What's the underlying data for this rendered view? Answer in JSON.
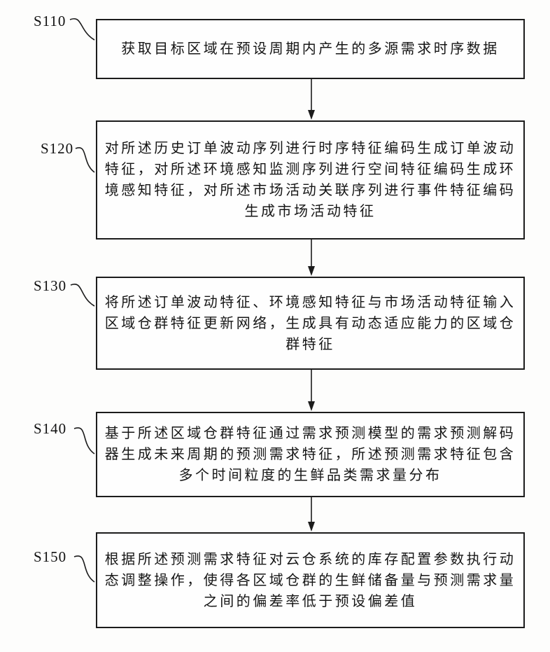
{
  "figure": {
    "type": "flowchart",
    "orientation": "vertical",
    "colors": {
      "line": "#1c1c1c",
      "background": "#fdfdfc",
      "box_fill": "#fefefe",
      "text": "#161616"
    },
    "steps": [
      {
        "id": "S110",
        "text": "获取目标区域在预设周期内产生的多源需求时序数据",
        "lines": [
          "获取目标区域在预设周期内产生的多源需求时序数据"
        ]
      },
      {
        "id": "S120",
        "text": "对所述历史订单波动序列进行时序特征编码生成订单波动特征，对所述环境感知监测序列进行空间特征编码生成环境感知特征，对所述市场活动关联序列进行事件特征编码生成市场活动特征",
        "lines": [
          "对所述历史订单波动序列进行时序特征编码生成订单波动",
          "特征，对所述环境感知监测序列进行空间特征编码生成环",
          "境感知特征，对所述市场活动关联序列进行事件特征编码",
          "生成市场活动特征"
        ]
      },
      {
        "id": "S130",
        "text": "将所述订单波动特征、环境感知特征与市场活动特征输入区域仓群特征更新网络，生成具有动态适应能力的区域仓群特征",
        "lines": [
          "将所述订单波动特征、环境感知特征与市场活动特征输入",
          "区域仓群特征更新网络，生成具有动态适应能力的区域仓",
          "群特征"
        ]
      },
      {
        "id": "S140",
        "text": "基于所述区域仓群特征通过需求预测模型的需求预测解码器生成未来周期的预测需求特征，所述预测需求特征包含多个时间粒度的生鲜品类需求量分布",
        "lines": [
          "基于所述区域仓群特征通过需求预测模型的需求预测解码",
          "器生成未来周期的预测需求特征，所述预测需求特征包含",
          "多个时间粒度的生鲜品类需求量分布"
        ]
      },
      {
        "id": "S150",
        "text": "根据所述预测需求特征对云仓系统的库存配置参数执行动态调整操作，使得各区域仓群的生鲜储备量与预测需求量之间的偏差率低于预设偏差值",
        "lines": [
          "根据所述预测需求特征对云仓系统的库存配置参数执行动",
          "态调整操作，使得各区域仓群的生鲜储备量与预测需求量",
          "之间的偏差率低于预设偏差值"
        ]
      }
    ]
  }
}
